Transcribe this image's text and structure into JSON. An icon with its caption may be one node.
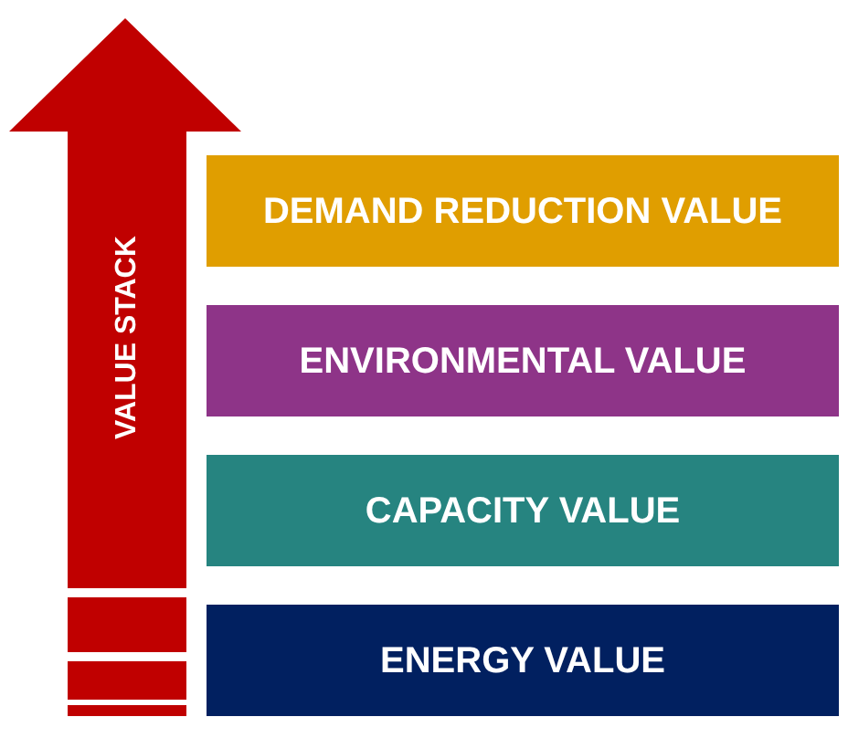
{
  "diagram": {
    "nodes": [
      {
        "text": [
          "VALUE STACK"
        ]
      },
      {
        "text": [
          "DEMAND REDUCTION VALUE"
        ]
      },
      {
        "text": [
          "ENVIRONMENTAL VALUE"
        ]
      },
      {
        "text": [
          "CAPACITY VALUE"
        ]
      },
      {
        "text": [
          "ENERGY VALUE"
        ]
      }
    ]
  }
}
